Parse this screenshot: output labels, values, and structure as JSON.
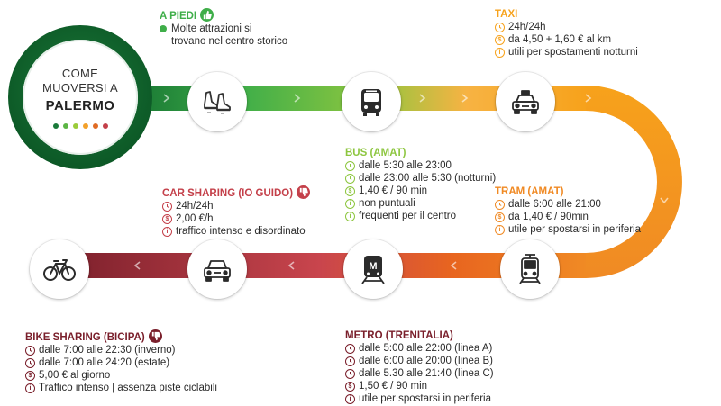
{
  "hub": {
    "line1": "COME",
    "line2": "MUOVERSI A",
    "line3": "PALERMO",
    "dot_colors": [
      "#1a7a3a",
      "#5cb545",
      "#9bcc3a",
      "#f3a12b",
      "#e06b24",
      "#c4404a"
    ]
  },
  "colors": {
    "green_dark": "#0d5a27",
    "green": "#3fae49",
    "green_light": "#8dc63f",
    "orange_light": "#f7b343",
    "orange": "#f08a24",
    "orange_dark": "#e8651f",
    "red": "#c9454d",
    "maroon": "#7a1f2b"
  },
  "steps": [
    {
      "key": "a_piedi",
      "title": "A PIEDI",
      "color": "#3fae49",
      "icon": "walking-shoes-icon",
      "badge": "thumb-up-icon",
      "lines": [
        {
          "icon": "bullet-dot-icon",
          "text": "Molte attrazioni si"
        },
        {
          "icon": "",
          "text": "trovano nel centro storico"
        }
      ]
    },
    {
      "key": "taxi",
      "title": "TAXI",
      "color": "#f7a21b",
      "icon": "taxi-icon",
      "lines": [
        {
          "icon": "clock-icon",
          "text": "24h/24h"
        },
        {
          "icon": "dollar-icon",
          "text": "da 4,50 + 1,60 € al km"
        },
        {
          "icon": "info-icon",
          "text": "utili per spostamenti notturni"
        }
      ]
    },
    {
      "key": "bus",
      "title": "BUS (AMAT)",
      "color": "#8dc63f",
      "icon": "bus-icon",
      "lines": [
        {
          "icon": "clock-icon",
          "text": "dalle 5:30 alle 23:00"
        },
        {
          "icon": "clock-icon",
          "text": "dalle 23:00 alle 5:30 (notturni)"
        },
        {
          "icon": "dollar-icon",
          "text": "1,40 € / 90 min"
        },
        {
          "icon": "info-icon",
          "text": "non puntuali"
        },
        {
          "icon": "info-icon",
          "text": "frequenti per il centro"
        }
      ]
    },
    {
      "key": "tram",
      "title": "TRAM (AMAT)",
      "color": "#f08a24",
      "icon": "tram-icon",
      "lines": [
        {
          "icon": "clock-icon",
          "text": "dalle 6:00 alle 21:00"
        },
        {
          "icon": "dollar-icon",
          "text": "da 1,40 € / 90min"
        },
        {
          "icon": "info-icon",
          "text": "utile per spostarsi in periferia"
        }
      ]
    },
    {
      "key": "car_sharing",
      "title": "CAR SHARING (IO GUIDO)",
      "color": "#c4404a",
      "icon": "car-icon",
      "badge": "thumb-down-icon",
      "lines": [
        {
          "icon": "clock-icon",
          "text": "24h/24h"
        },
        {
          "icon": "dollar-icon",
          "text": "2,00 €/h"
        },
        {
          "icon": "info-icon",
          "text": "traffico intenso e disordinato"
        }
      ]
    },
    {
      "key": "metro",
      "title": "METRO (TRENITALIA)",
      "color": "#7a1f2b",
      "icon": "metro-icon",
      "lines": [
        {
          "icon": "clock-icon",
          "text": "dalle 5:00 alle 22:00 (linea A)"
        },
        {
          "icon": "clock-icon",
          "text": "dalle 6:00 alle 20:00 (linea B)"
        },
        {
          "icon": "clock-icon",
          "text": "dalle 5.30 alle 21:40 (linea C)"
        },
        {
          "icon": "dollar-icon",
          "text": "1,50 € / 90 min"
        },
        {
          "icon": "info-icon",
          "text": "utile per spostarsi in periferia"
        }
      ]
    },
    {
      "key": "bike_sharing",
      "title": "BIKE SHARING (BICIPA)",
      "color": "#7a1f2b",
      "icon": "bicycle-icon",
      "badge": "thumb-down-icon",
      "lines": [
        {
          "icon": "clock-icon",
          "text": "dalle 7:00 alle 22:30 (inverno)"
        },
        {
          "icon": "clock-icon",
          "text": "dalle 7:00 alle 24:20 (estate)"
        },
        {
          "icon": "dollar-icon",
          "text": "5,00 € al giorno"
        },
        {
          "icon": "info-icon",
          "text": "Traffico intenso | assenza piste ciclabili"
        }
      ]
    }
  ]
}
